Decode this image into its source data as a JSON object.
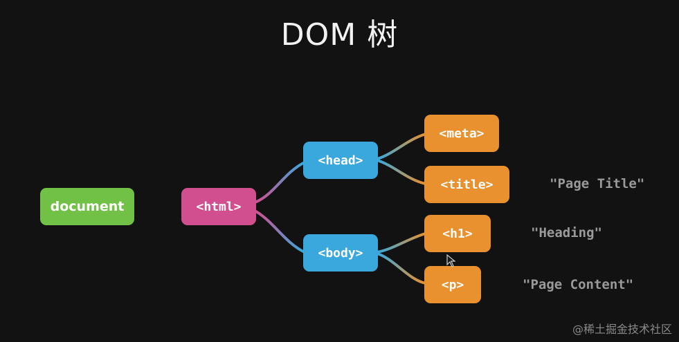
{
  "title": "DOM 树",
  "nodes": {
    "document": "document",
    "html": "<html>",
    "head": "<head>",
    "body": "<body>",
    "meta": "<meta>",
    "title": "<title>",
    "h1": "<h1>",
    "p": "<p>"
  },
  "text_nodes": {
    "page_title": "\"Page Title\"",
    "heading": "\"Heading\"",
    "page_content": "\"Page Content\""
  },
  "watermark": "@稀土掘金技术社区",
  "colors": {
    "background": "#121212",
    "document": "#72c147",
    "html": "#d24f8f",
    "head_body": "#3aa8dc",
    "leaf_elements": "#e8912e",
    "text_nodes": "#9a9a9a"
  }
}
